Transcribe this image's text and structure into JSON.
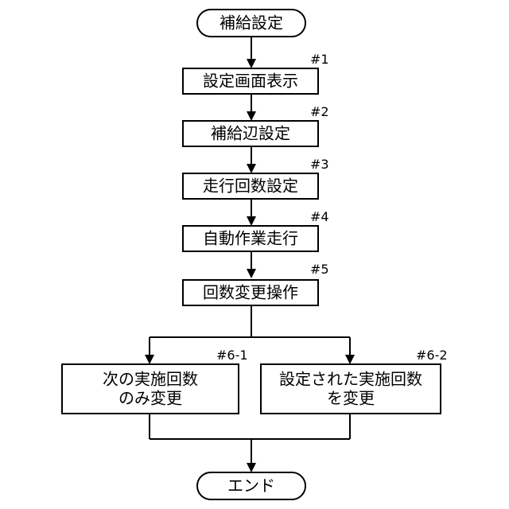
{
  "flowchart": {
    "start": "補給設定",
    "steps": [
      {
        "tag": "#1",
        "label": "設定画面表示"
      },
      {
        "tag": "#2",
        "label": "補給辺設定"
      },
      {
        "tag": "#3",
        "label": "走行回数設定"
      },
      {
        "tag": "#4",
        "label": "自動作業走行"
      },
      {
        "tag": "#5",
        "label": "回数変更操作"
      }
    ],
    "branches": [
      {
        "tag": "#6-1",
        "line1": "次の実施回数",
        "line2": "のみ変更"
      },
      {
        "tag": "#6-2",
        "line1": "設定された実施回数",
        "line2": "を変更"
      }
    ],
    "end": "エンド"
  }
}
